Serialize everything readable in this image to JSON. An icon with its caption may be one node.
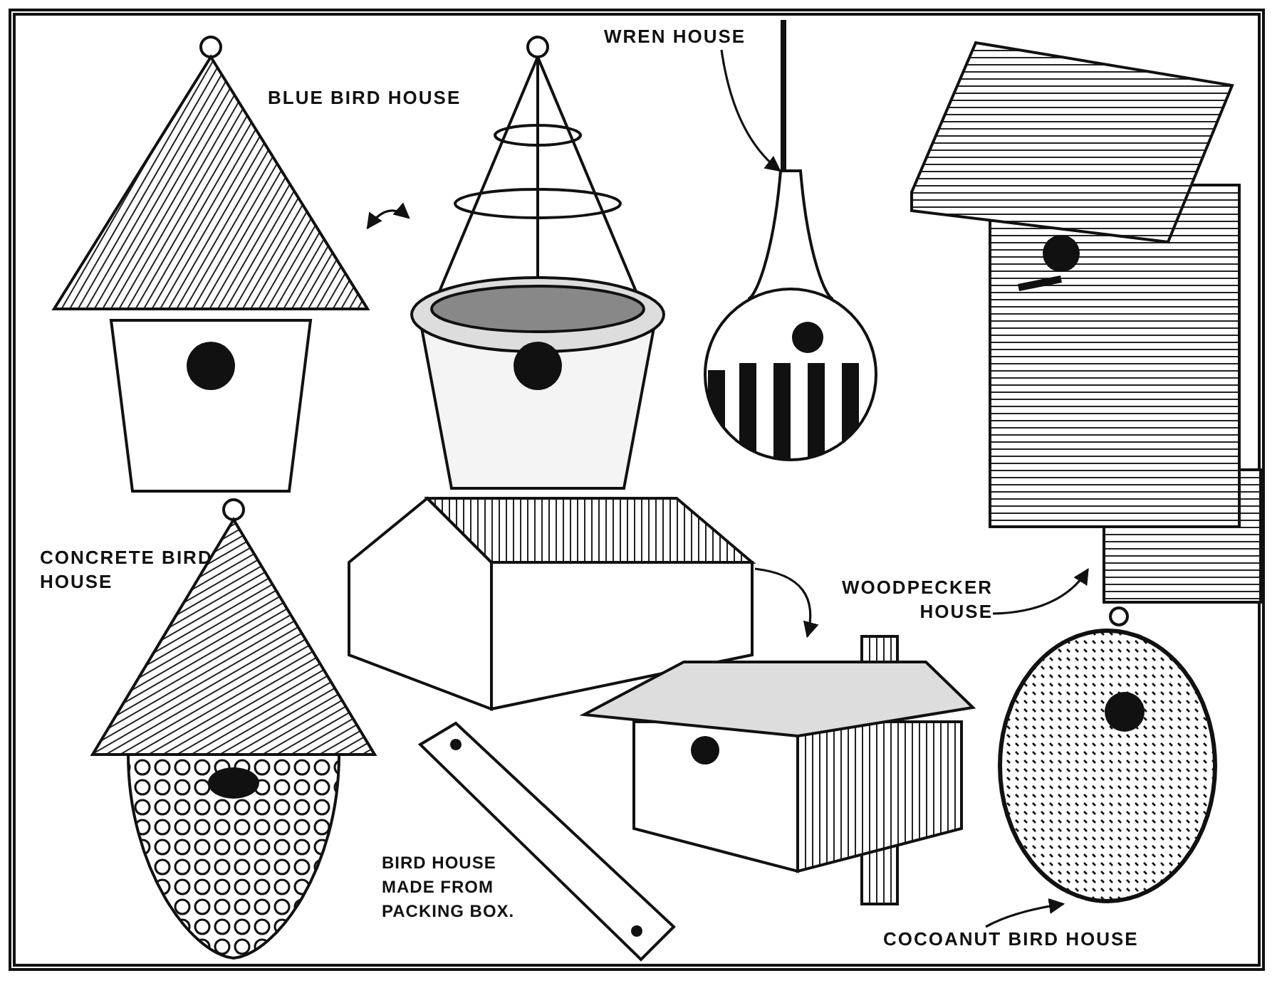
{
  "diagram": {
    "nodes": [
      {
        "text": [],
        "shape": "picture"
      },
      {
        "text": [],
        "shape": "picture"
      },
      {
        "text": [
          "WREN HOUSE"
        ]
      },
      {
        "text": [],
        "shape": "picture"
      },
      {
        "text": [],
        "shape": "picture"
      },
      {
        "text": [
          "WOODPECKER HOUSE"
        ]
      },
      {
        "text": [],
        "shape": "picture",
        "beside": [
          "CONCRETE BIRD HOUSE"
        ]
      },
      {
        "text": [],
        "shape": "picture"
      },
      {
        "text": [],
        "shape": "picture"
      },
      {
        "text": [],
        "shape": "picture"
      },
      {
        "text": [],
        "shape": "picture"
      },
      {
        "text": [
          "COCOANUT BIRD HOUSE"
        ]
      }
    ],
    "edges": [
      {
        "from": 0,
        "to": 1,
        "arrow": "both"
      },
      {
        "from": 2,
        "to": 3,
        "arrow": "to"
      },
      {
        "from": 5,
        "to": 4,
        "arrow": "to"
      },
      {
        "from": 7,
        "to": 8,
        "arrow": "to"
      },
      {
        "from": 11,
        "to": 10,
        "arrow": "to"
      }
    ],
    "labels": [
      "BLUE BIRD HOUSE",
      "BIRD HOUSE MADE FROM PACKING BOX."
    ]
  }
}
